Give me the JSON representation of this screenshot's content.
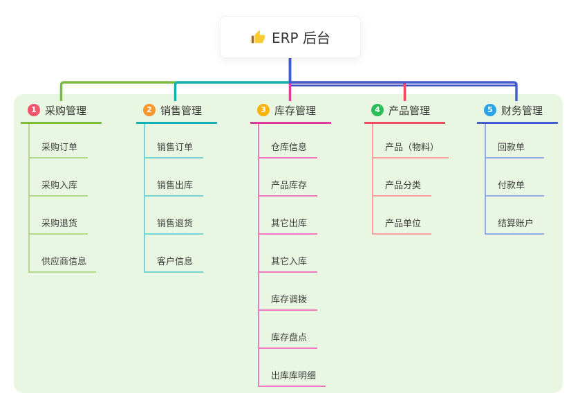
{
  "root": {
    "label": "ERP 后台",
    "icon": "thumbs-up-icon"
  },
  "branches": [
    {
      "number": "1",
      "label": "采购管理",
      "color": "#7CBA3D",
      "light_color": "#B3D98A",
      "badge_color": "#F2566C",
      "children": [
        "采购订单",
        "采购入库",
        "采购退货",
        "供应商信息"
      ]
    },
    {
      "number": "2",
      "label": "销售管理",
      "color": "#14B1B4",
      "light_color": "#76D6D1",
      "badge_color": "#F8982F",
      "children": [
        "销售订单",
        "销售出库",
        "销售退货",
        "客户信息"
      ]
    },
    {
      "number": "3",
      "label": "库存管理",
      "color": "#DE3C9D",
      "light_color": "#F07ABE",
      "badge_color": "#F9B30E",
      "children": [
        "仓库信息",
        "产品库存",
        "其它出库",
        "其它入库",
        "库存调拨",
        "库存盘点",
        "出库库明细"
      ]
    },
    {
      "number": "4",
      "label": "产品管理",
      "color": "#F4485E",
      "light_color": "#F9A29F",
      "badge_color": "#2BBE58",
      "children": [
        "产品（物料）",
        "产品分类",
        "产品单位"
      ]
    },
    {
      "number": "5",
      "label": "财务管理",
      "color": "#415ED1",
      "light_color": "#94ACE4",
      "badge_color": "#2BA3E8",
      "children": [
        "回款单",
        "付款单",
        "结算账户"
      ]
    }
  ],
  "canvas": {
    "panel_background": "#E9F6E1",
    "secondary_line_color": "#3B52C0",
    "root_icon_hand_color": "#FBCA32",
    "root_icon_sleeve_color": "#9C652A"
  }
}
